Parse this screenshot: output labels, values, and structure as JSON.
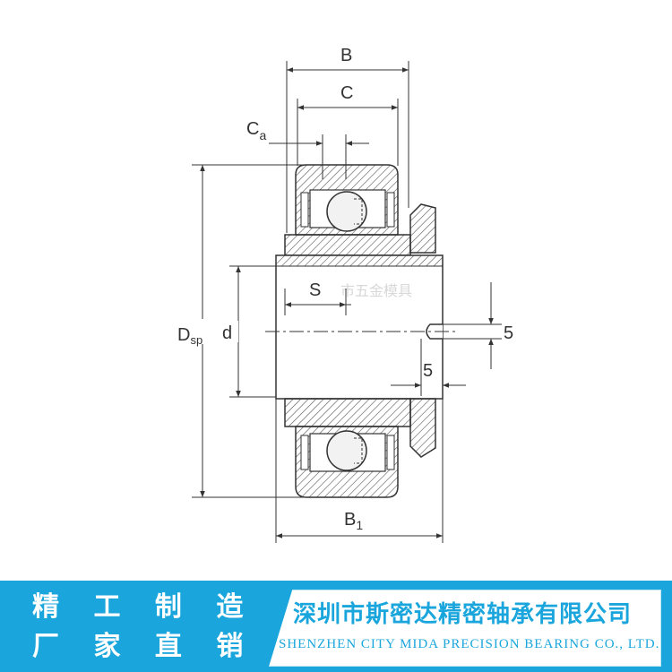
{
  "diagram": {
    "labels": {
      "B": "B",
      "C": "C",
      "Ca_main": "C",
      "Ca_sub": "a",
      "Dsp_main": "D",
      "Dsp_sub": "sp",
      "d": "d",
      "S": "S",
      "dim_5_right": "5",
      "dim_5_bottom": "5",
      "B1_main": "B",
      "B1_sub": "1"
    },
    "watermark": "市五金模具",
    "colors": {
      "line": "#333333",
      "hatch": "#555555",
      "ball": "#f2f2f2"
    }
  },
  "banner": {
    "slogan_line1": "精 工 制 造",
    "slogan_line2": "厂 家 直 销",
    "company_cn": "深圳市斯密达精密轴承有限公司",
    "company_en": "SHENZHEN CITY MIDA PRECISION BEARING CO., LTD.",
    "colors": {
      "background": "#1aa6dc",
      "text": "#ffffff",
      "accent": "#1aa6dc"
    }
  }
}
